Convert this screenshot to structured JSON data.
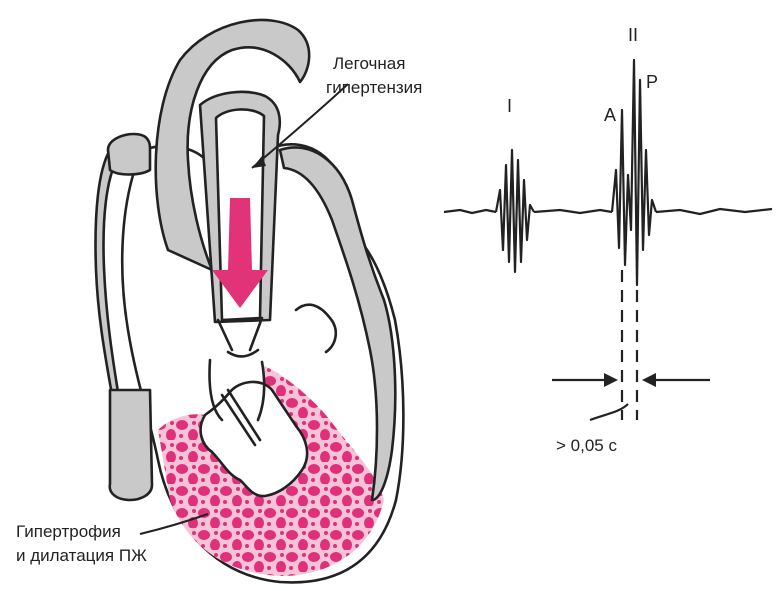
{
  "labels": {
    "pulmonary_hypertension_line1": "Легочная",
    "pulmonary_hypertension_line2": "гипертензия",
    "rv_hypertrophy_line1": "Гипертрофия",
    "rv_hypertrophy_line2": "и дилатация ПЖ",
    "sound_1": "I",
    "sound_2": "II",
    "component_a": "A",
    "component_p": "P",
    "interval": "> 0,05 с"
  },
  "colors": {
    "ink": "#222222",
    "vessel_fill": "#c9c9c9",
    "hypertrophy": "#e0307a",
    "hypertrophy_light": "#f3a9c9",
    "arrow": "#e23378"
  }
}
